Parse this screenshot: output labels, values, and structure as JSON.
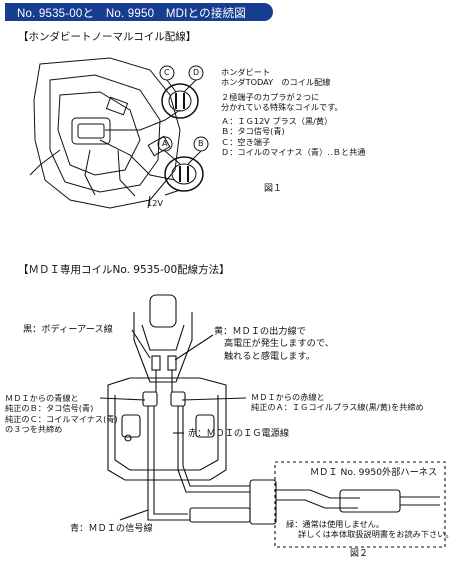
{
  "title": "No. 9535-00と　No. 9950　MDIとの接続図",
  "section1": {
    "heading": "【ホンダビートノーマルコイル配線】",
    "circle_c": "C",
    "circle_d": "D",
    "circle_a": "A",
    "circle_b": "B",
    "label_12v": "12V",
    "desc": [
      "ホンダビート",
      "ホンダTODAY　のコイル配線",
      "",
      "２極端子のカプラが２つに",
      "分かれている特殊なコイルです。",
      "",
      "Ａ：ＩＧ12V プラス（黒/黄）",
      "Ｂ：タコ信号(青)",
      "Ｃ：空き端子",
      "Ｄ：コイルのマイナス（青）‥Ｂと共通"
    ],
    "fig": "図１"
  },
  "section2": {
    "heading": "【ＭＤＩ専用コイルNo. 9535-00配線方法】",
    "black_label": "黒：ボディーアース線",
    "yellow_label": [
      "黄：ＭＤＩの出力線で",
      "高電圧が発生しますので、",
      "触れると感電します。"
    ],
    "left_label": [
      "ＭＤＩからの青線と",
      "純正のＢ：タコ信号(青)",
      "純正のＣ：コイルマイナス(青)",
      "の３つを共締め"
    ],
    "right_label": [
      "ＭＤＩからの赤線と",
      "純正のＡ：ＩＧコイルプラス線(黒/黄)を共締め"
    ],
    "red_label": "赤：ＭＤＩのＩＧ電源線",
    "blue_label": "青：ＭＤＩの信号線",
    "harness_label": "ＭＤＩ No. 9950外部ハーネス",
    "green_label": [
      "緑：通常は使用しません。",
      "詳しくは本体取扱説明書をお読み下さい。"
    ],
    "fig": "図２"
  }
}
